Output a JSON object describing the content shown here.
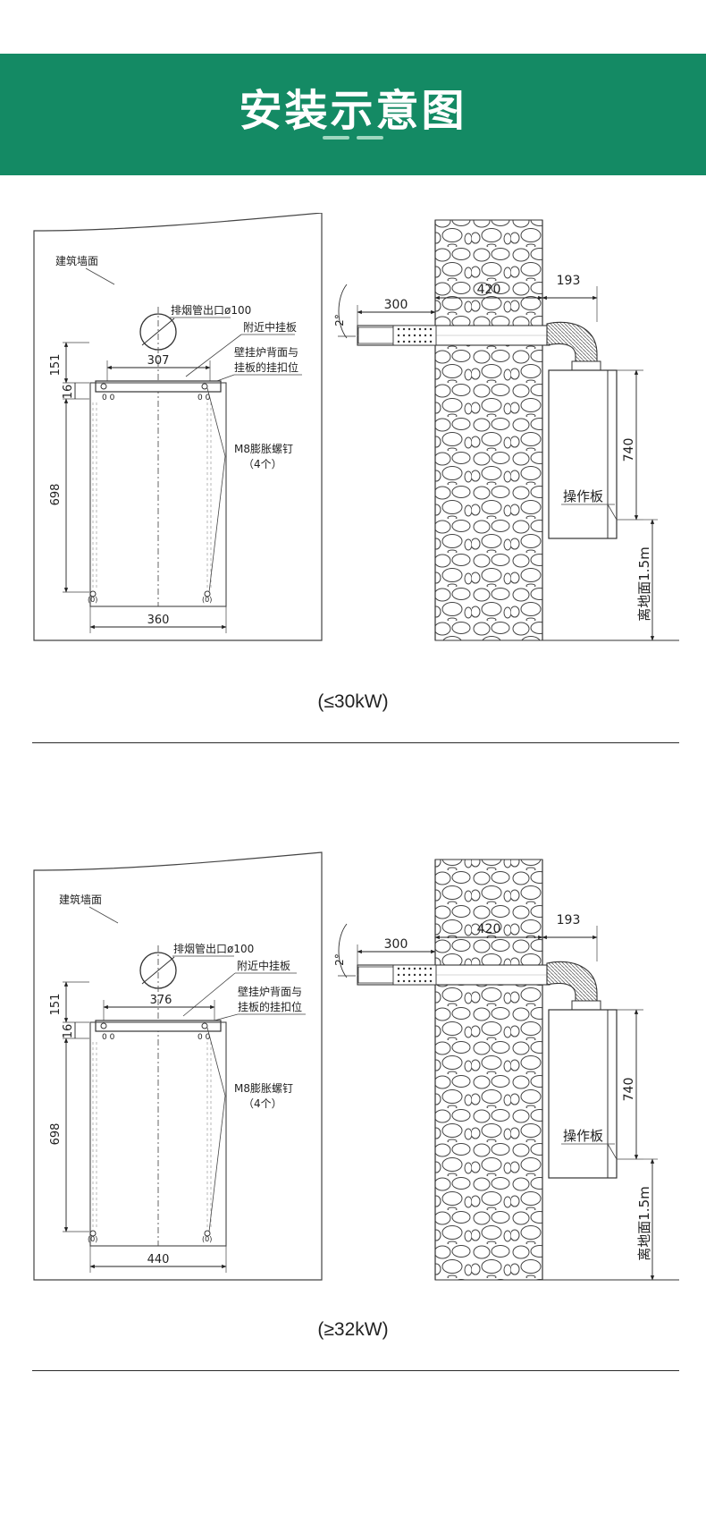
{
  "header": {
    "title": "安装示意图",
    "bg_color": "#148a64"
  },
  "sections": [
    {
      "caption": "(≤30kW)",
      "front": {
        "wall_label": "建筑墙面",
        "flue_label": "排烟管出口ø100",
        "bracket_label": "附近中挂板",
        "hook_label_1": "壁挂炉背面与",
        "hook_label_2": "挂板的挂扣位",
        "screw_label_1": "M8膨胀螺钉",
        "screw_label_2": "（4个）",
        "dim_top_width": "307",
        "dim_bottom_width": "360",
        "dim_151": "151",
        "dim_16": "16",
        "dim_698": "698"
      },
      "side": {
        "slope": "2°",
        "dim_300": "300",
        "dim_420": "420",
        "dim_193": "193",
        "dim_740": "740",
        "panel_label": "操作板",
        "floor_label": "离地面1.5m"
      }
    },
    {
      "caption": "(≥32kW)",
      "front": {
        "wall_label": "建筑墙面",
        "flue_label": "排烟管出口ø100",
        "bracket_label": "附近中挂板",
        "hook_label_1": "壁挂炉背面与",
        "hook_label_2": "挂板的挂扣位",
        "screw_label_1": "M8膨胀螺钉",
        "screw_label_2": "（4个）",
        "dim_top_width": "376",
        "dim_bottom_width": "440",
        "dim_151": "151",
        "dim_16": "16",
        "dim_698": "698"
      },
      "side": {
        "slope": "2°",
        "dim_300": "300",
        "dim_420": "420",
        "dim_193": "193",
        "dim_740": "740",
        "panel_label": "操作板",
        "floor_label": "离地面1.5m"
      }
    }
  ]
}
